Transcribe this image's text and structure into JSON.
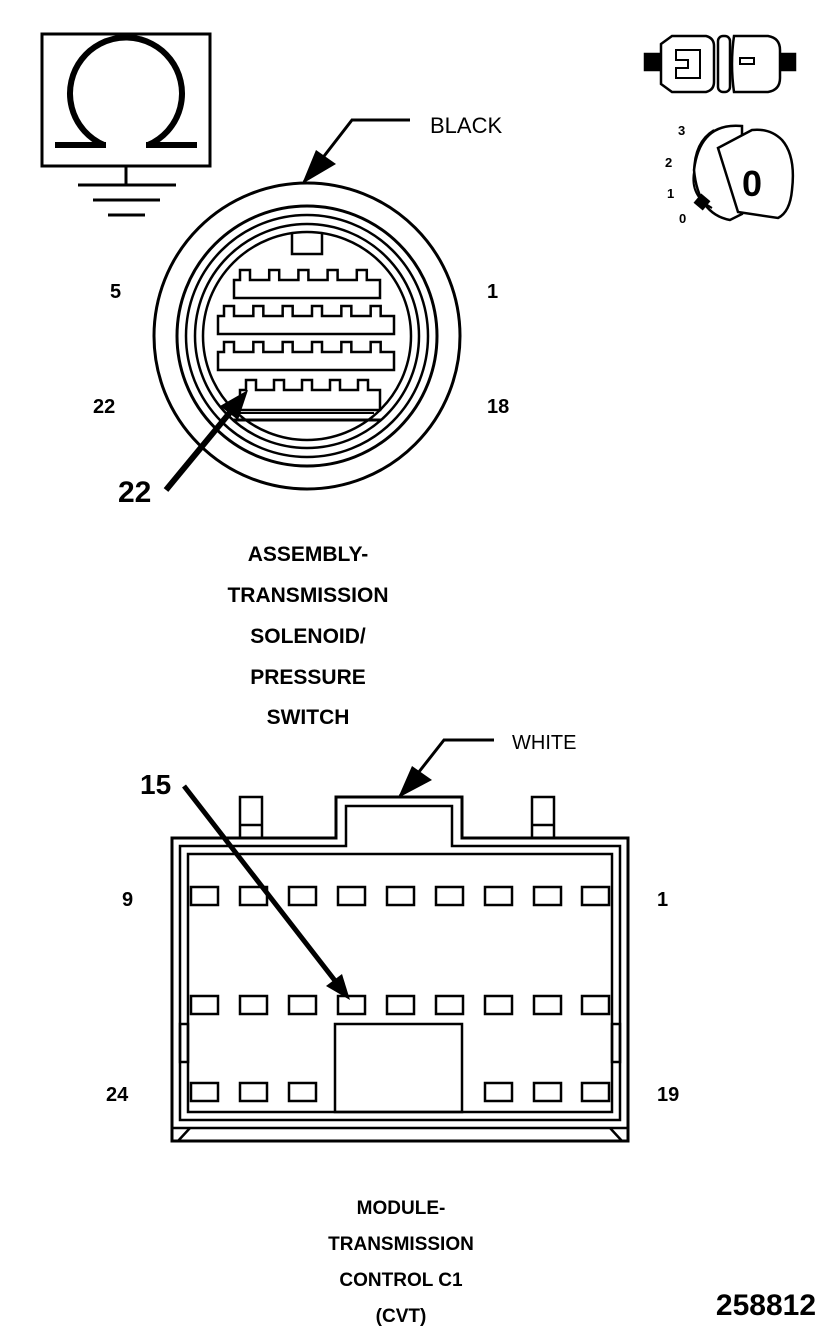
{
  "ohmmeter": {
    "icon": "ohm-meter-ground-icon"
  },
  "connector_icon": {
    "icon": "connector-plug-icon"
  },
  "ignition": {
    "icon": "ignition-key-icon",
    "positions": [
      "3",
      "2",
      "1",
      "0"
    ],
    "key_label": "0"
  },
  "connector_1": {
    "color_callout": "BLACK",
    "pin_labels": {
      "top_left": "5",
      "top_right": "1",
      "bottom_left": "22",
      "bottom_right": "18"
    },
    "probe_pin": "22",
    "title_lines": [
      "ASSEMBLY-",
      "TRANSMISSION",
      "SOLENOID/",
      "PRESSURE",
      "SWITCH"
    ]
  },
  "connector_2": {
    "color_callout": "WHITE",
    "pin_labels": {
      "top_left": "9",
      "top_right": "1",
      "bottom_left": "24",
      "bottom_right": "19"
    },
    "probe_pin": "15",
    "title_lines": [
      "MODULE-",
      "TRANSMISSION",
      "CONTROL C1",
      "(CVT)"
    ]
  },
  "figure_number": "258812"
}
